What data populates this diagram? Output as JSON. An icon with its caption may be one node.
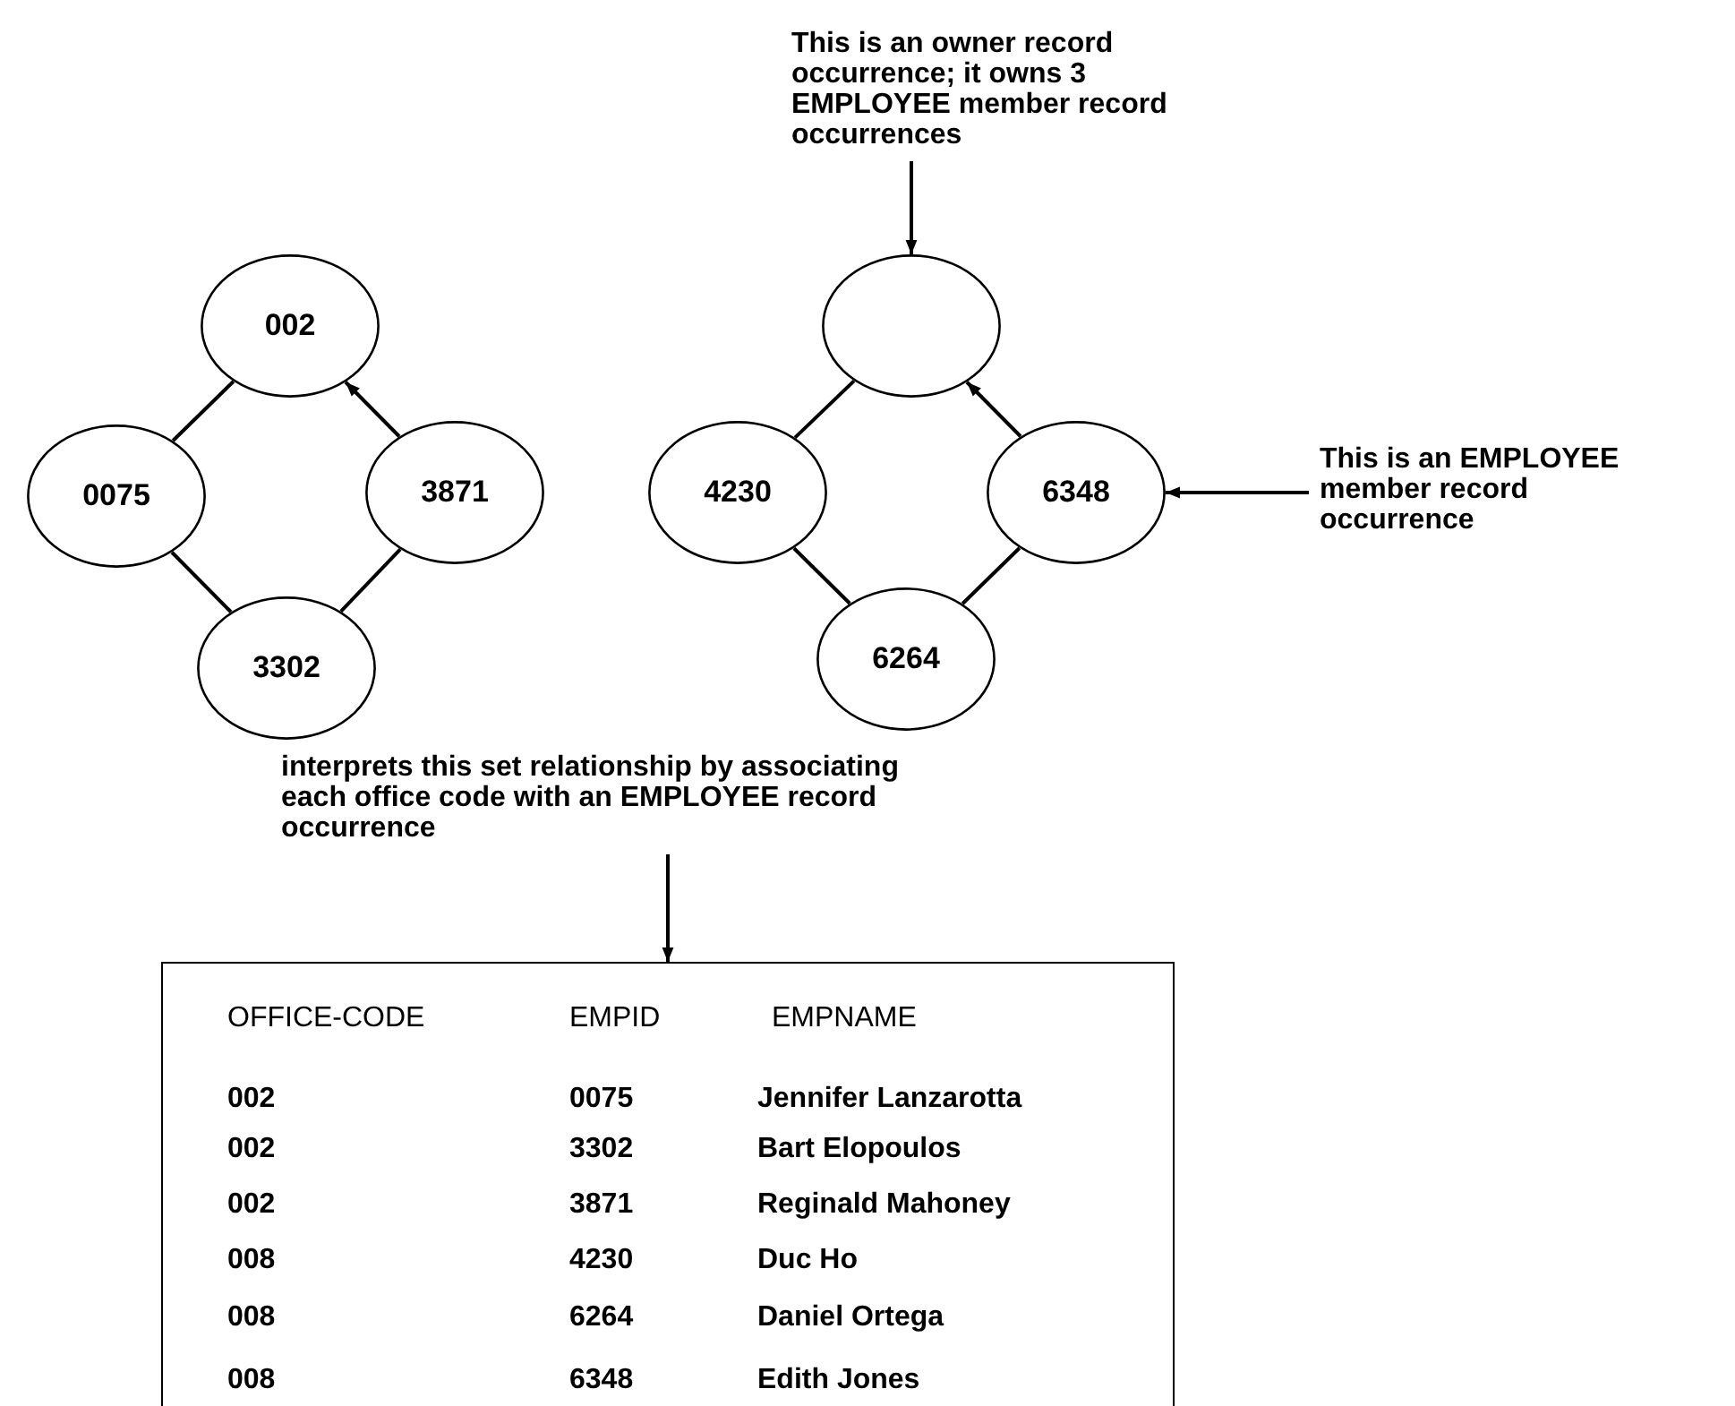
{
  "diagram": {
    "nodes": [
      {
        "text": [
          "This is an owner record occurrence; it owns 3 EMPLOYEE member record occurrences"
        ]
      },
      {
        "text": [
          "002"
        ]
      },
      {
        "text": [],
        "shape": "circle"
      },
      {
        "text": [
          "0075"
        ]
      },
      {
        "text": [
          "3871"
        ]
      },
      {
        "text": [
          "4230"
        ]
      },
      {
        "text": [
          "6348"
        ]
      },
      {
        "text": [
          "This is an EMPLOYEE member record occurrence"
        ]
      },
      {
        "text": [
          "3302"
        ]
      },
      {
        "text": [
          "6264"
        ]
      },
      {
        "text": [
          "interprets this set relationship by associating each office code with an EMPLOYEE record occurrence"
        ]
      },
      {
        "text": [
          "OFFICE-CODE",
          "EMPID",
          "EMPNAME",
          "002",
          "0075",
          "Jennifer Lanzarotta",
          "002",
          "3302",
          "Bart Elopoulos",
          "002",
          "3871",
          "Reginald Mahoney",
          "008",
          "4230",
          "Duc Ho",
          "008",
          "6264",
          "Daniel Ortega",
          "008",
          "6348",
          "Edith Jones"
        ]
      }
    ],
    "edges": [
      {
        "from": 3,
        "to": 1,
        "arrow": "none"
      },
      {
        "from": 3,
        "to": 8,
        "arrow": "none"
      },
      {
        "from": 8,
        "to": 4,
        "arrow": "none"
      },
      {
        "from": 4,
        "to": 1,
        "arrow": "to"
      },
      {
        "from": 5,
        "to": 2,
        "arrow": "none"
      },
      {
        "from": 5,
        "to": 9,
        "arrow": "none"
      },
      {
        "from": 9,
        "to": 6,
        "arrow": "none"
      },
      {
        "from": 6,
        "to": 2,
        "arrow": "to"
      },
      {
        "from": 0,
        "to": 2,
        "arrow": "to"
      },
      {
        "from": 7,
        "to": 6,
        "arrow": "to"
      },
      {
        "from": 10,
        "to": 11,
        "arrow": "to"
      }
    ]
  }
}
